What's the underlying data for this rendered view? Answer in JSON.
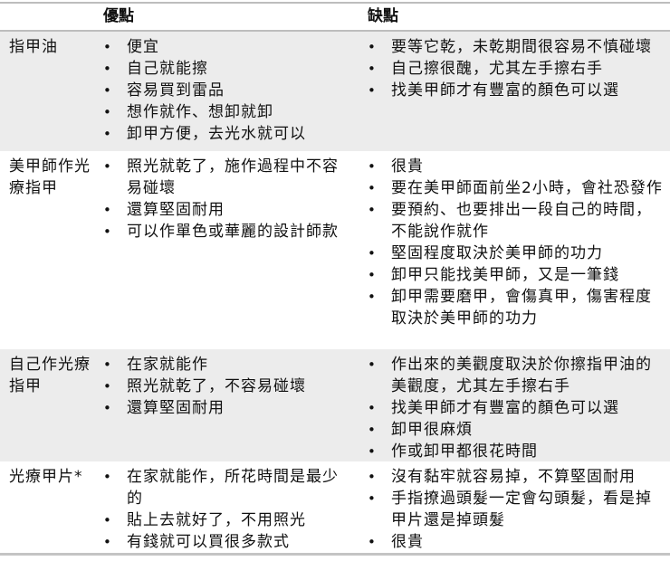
{
  "table": {
    "headers": {
      "item": "",
      "pros": "優點",
      "cons": "缺點"
    },
    "rows": [
      {
        "label": "指甲油",
        "pros": [
          "便宜",
          "自己就能擦",
          "容易買到雷品",
          "想作就作、想卸就卸",
          "卸甲方便，去光水就可以"
        ],
        "cons": [
          "要等它乾，未乾期間很容易不慎碰壞",
          "自己擦很醜，尤其左手擦右手",
          "找美甲師才有豐富的顏色可以選"
        ]
      },
      {
        "label": "美甲師作光療指甲",
        "pros": [
          "照光就乾了，施作過程中不容易碰壞",
          "還算堅固耐用",
          "可以作單色或華麗的設計師款"
        ],
        "cons": [
          "很貴",
          "要在美甲師面前坐2小時，會社恐發作",
          "要預約、也要排出一段自己的時間，不能說作就作",
          "堅固程度取決於美甲師的功力",
          "卸甲只能找美甲師，又是一筆錢",
          "卸甲需要磨甲，會傷真甲，傷害程度取決於美甲師的功力"
        ]
      },
      {
        "label": "自己作光療指甲",
        "pros": [
          "在家就能作",
          "照光就乾了，不容易碰壞",
          "還算堅固耐用"
        ],
        "cons": [
          "作出來的美觀度取決於你擦指甲油的美觀度，尤其左手擦右手",
          "找美甲師才有豐富的顏色可以選",
          "卸甲很麻煩",
          "作或卸甲都很花時間"
        ]
      },
      {
        "label": "光療甲片*",
        "pros": [
          "在家就能作，所花時間是最少的",
          "貼上去就好了，不用照光",
          "有錢就可以買很多款式"
        ],
        "cons": [
          "沒有黏牢就容易掉，不算堅固耐用",
          "手指撩過頭髮一定會勾頭髮，看是掉甲片還是掉頭髮",
          "很貴"
        ]
      }
    ]
  },
  "colors": {
    "row_gray": "#ececec",
    "row_white": "#ffffff",
    "rule": "#bdbdbd",
    "text": "#111111"
  }
}
